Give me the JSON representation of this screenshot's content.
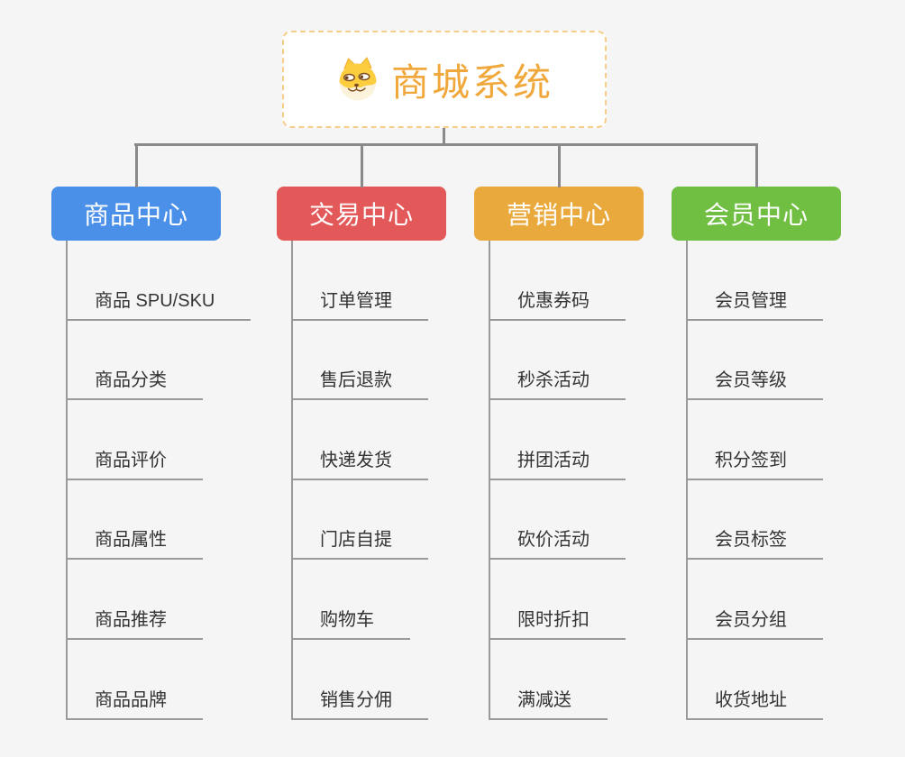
{
  "page": {
    "background_color": "#F5F5F5",
    "connector_color": "#8A8A8A",
    "leaf_line_color": "#9A9A9A"
  },
  "root": {
    "title": "商城系统",
    "icon": "shiba-dog-icon",
    "title_color": "#F0A83C",
    "border_color": "#F6CE8C"
  },
  "branches": [
    {
      "label": "商品中心",
      "color": "#4A90E8",
      "children": [
        "商品 SPU/SKU",
        "商品分类",
        "商品评价",
        "商品属性",
        "商品推荐",
        "商品品牌"
      ]
    },
    {
      "label": "交易中心",
      "color": "#E35858",
      "children": [
        "订单管理",
        "售后退款",
        "快递发货",
        "门店自提",
        "购物车",
        "销售分佣"
      ]
    },
    {
      "label": "营销中心",
      "color": "#E9A93C",
      "children": [
        "优惠券码",
        "秒杀活动",
        "拼团活动",
        "砍价活动",
        "限时折扣",
        "满减送"
      ]
    },
    {
      "label": "会员中心",
      "color": "#70BF43",
      "children": [
        "会员管理",
        "会员等级",
        "积分签到",
        "会员标签",
        "会员分组",
        "收货地址"
      ]
    }
  ]
}
